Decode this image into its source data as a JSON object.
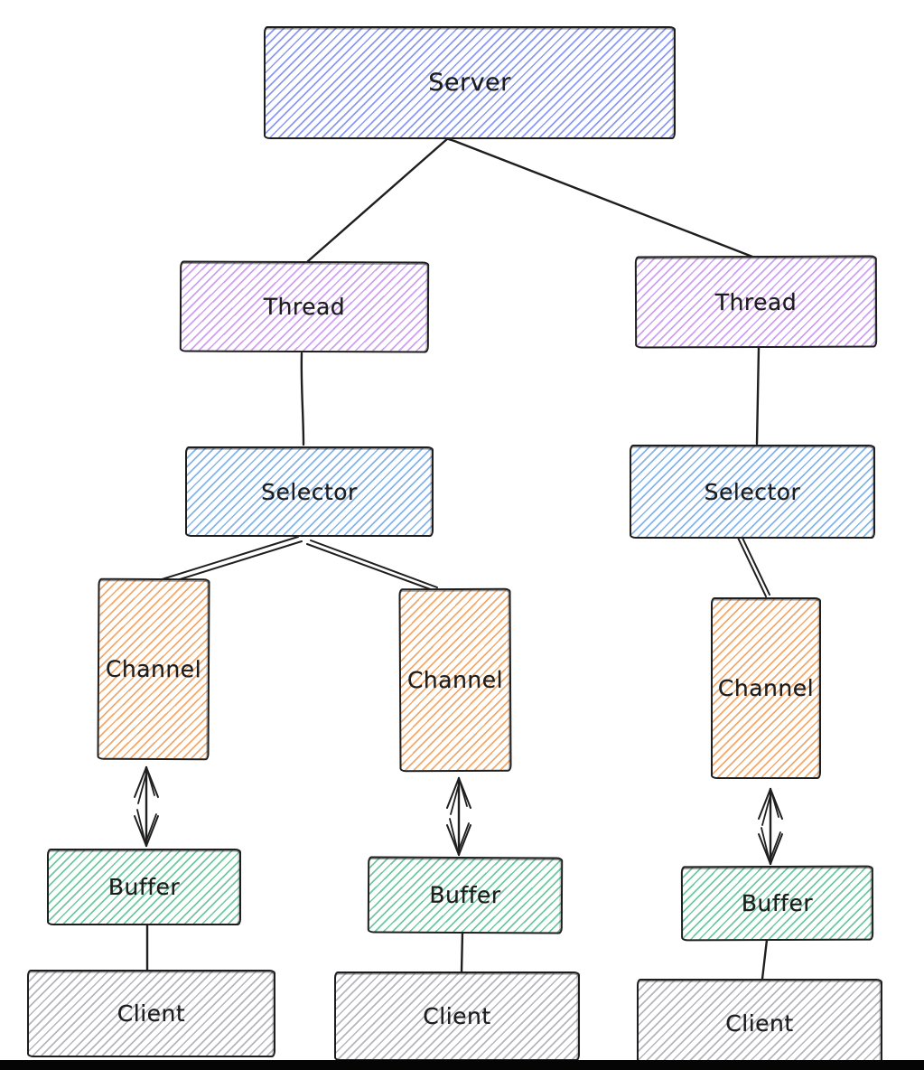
{
  "diagram": {
    "background": "#ffffff",
    "stroke_color": "#1e1e1e",
    "style": "hand-drawn hachure (excalidraw-like)",
    "nodes": [
      {
        "id": "server",
        "label": "Server",
        "color": "#8a9af3"
      },
      {
        "id": "thread-left",
        "label": "Thread",
        "color": "#cda0f2"
      },
      {
        "id": "thread-right",
        "label": "Thread",
        "color": "#cda0f2"
      },
      {
        "id": "selector-left",
        "label": "Selector",
        "color": "#85b4ec"
      },
      {
        "id": "selector-right",
        "label": "Selector",
        "color": "#85b4ec"
      },
      {
        "id": "channel-left",
        "label": "Channel",
        "color": "#f3a96b"
      },
      {
        "id": "channel-middle",
        "label": "Channel",
        "color": "#f3a96b"
      },
      {
        "id": "channel-right",
        "label": "Channel",
        "color": "#f3a96b"
      },
      {
        "id": "buffer-left",
        "label": "Buffer",
        "color": "#6fc9a0"
      },
      {
        "id": "buffer-middle",
        "label": "Buffer",
        "color": "#6fc9a0"
      },
      {
        "id": "buffer-right",
        "label": "Buffer",
        "color": "#6fc9a0"
      },
      {
        "id": "client-left",
        "label": "Client",
        "color": "#b5b5bb"
      },
      {
        "id": "client-middle",
        "label": "Client",
        "color": "#b5b5bb"
      },
      {
        "id": "client-right",
        "label": "Client",
        "color": "#b5b5bb"
      }
    ],
    "edges": [
      {
        "from": "server",
        "to": "thread-left",
        "style": "line"
      },
      {
        "from": "server",
        "to": "thread-right",
        "style": "line"
      },
      {
        "from": "thread-left",
        "to": "selector-left",
        "style": "line"
      },
      {
        "from": "thread-right",
        "to": "selector-right",
        "style": "line"
      },
      {
        "from": "selector-left",
        "to": "channel-left",
        "style": "double-line"
      },
      {
        "from": "selector-left",
        "to": "channel-middle",
        "style": "double-line"
      },
      {
        "from": "selector-right",
        "to": "channel-right",
        "style": "double-line"
      },
      {
        "from": "channel-left",
        "to": "buffer-left",
        "style": "double-headed-arrow"
      },
      {
        "from": "channel-middle",
        "to": "buffer-middle",
        "style": "double-headed-arrow"
      },
      {
        "from": "channel-right",
        "to": "buffer-right",
        "style": "double-headed-arrow"
      },
      {
        "from": "buffer-left",
        "to": "client-left",
        "style": "line"
      },
      {
        "from": "buffer-middle",
        "to": "client-middle",
        "style": "line"
      },
      {
        "from": "buffer-right",
        "to": "client-right",
        "style": "line"
      }
    ]
  }
}
